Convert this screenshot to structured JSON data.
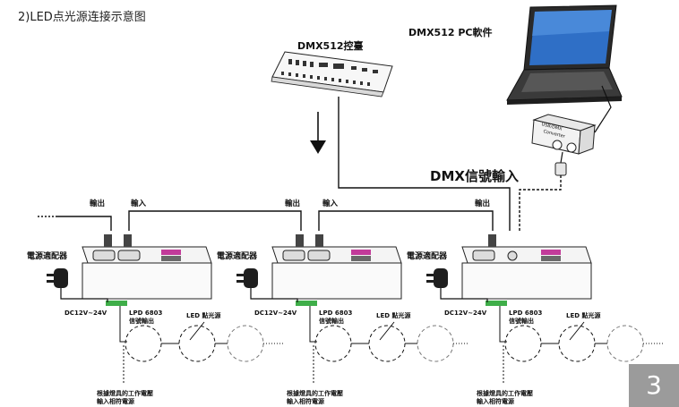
{
  "heading": "2)LED点光源连接示意图",
  "labels": {
    "console": "DMX512控臺",
    "pc_software": "DMX512 PC軟件",
    "dmx_input": "DMX信號輸入",
    "out": "輸出",
    "in": "輸入",
    "power_adapter": "電源適配器",
    "dc_voltage": "DC12V~24V",
    "lpd_chip": "LPD 6803",
    "signal_out": "信號輸出",
    "led_point": "LED 點光源",
    "note_line1": "根據燈具的工作電壓",
    "note_line2": "輸入相符電源",
    "converter_line1": "USB/DMX",
    "converter_line2": "Converter"
  },
  "page_number": "3",
  "colors": {
    "line": "#111111",
    "terminal_green": "#3fae49",
    "panel_magenta": "#c23b9a",
    "page_tab": "#9b9b9b"
  }
}
